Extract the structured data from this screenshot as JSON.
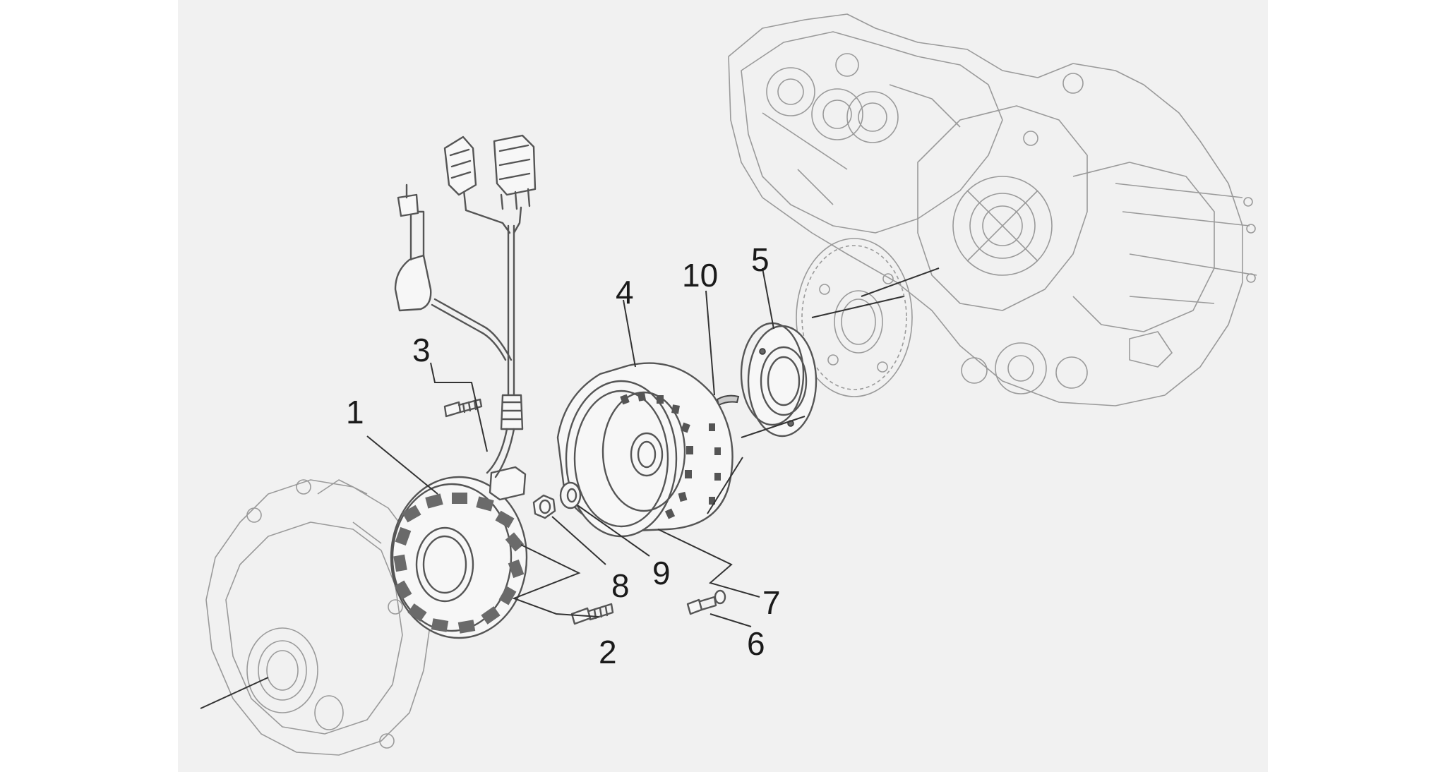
{
  "callouts": {
    "c1": "1",
    "c2": "2",
    "c3": "3",
    "c4": "4",
    "c5": "5",
    "c6": "6",
    "c7": "7",
    "c8": "8",
    "c9": "9",
    "c10": "10"
  },
  "colors": {
    "panel_background": "#f1f1f1",
    "page_background": "#ffffff",
    "line_art": "#555555"
  }
}
